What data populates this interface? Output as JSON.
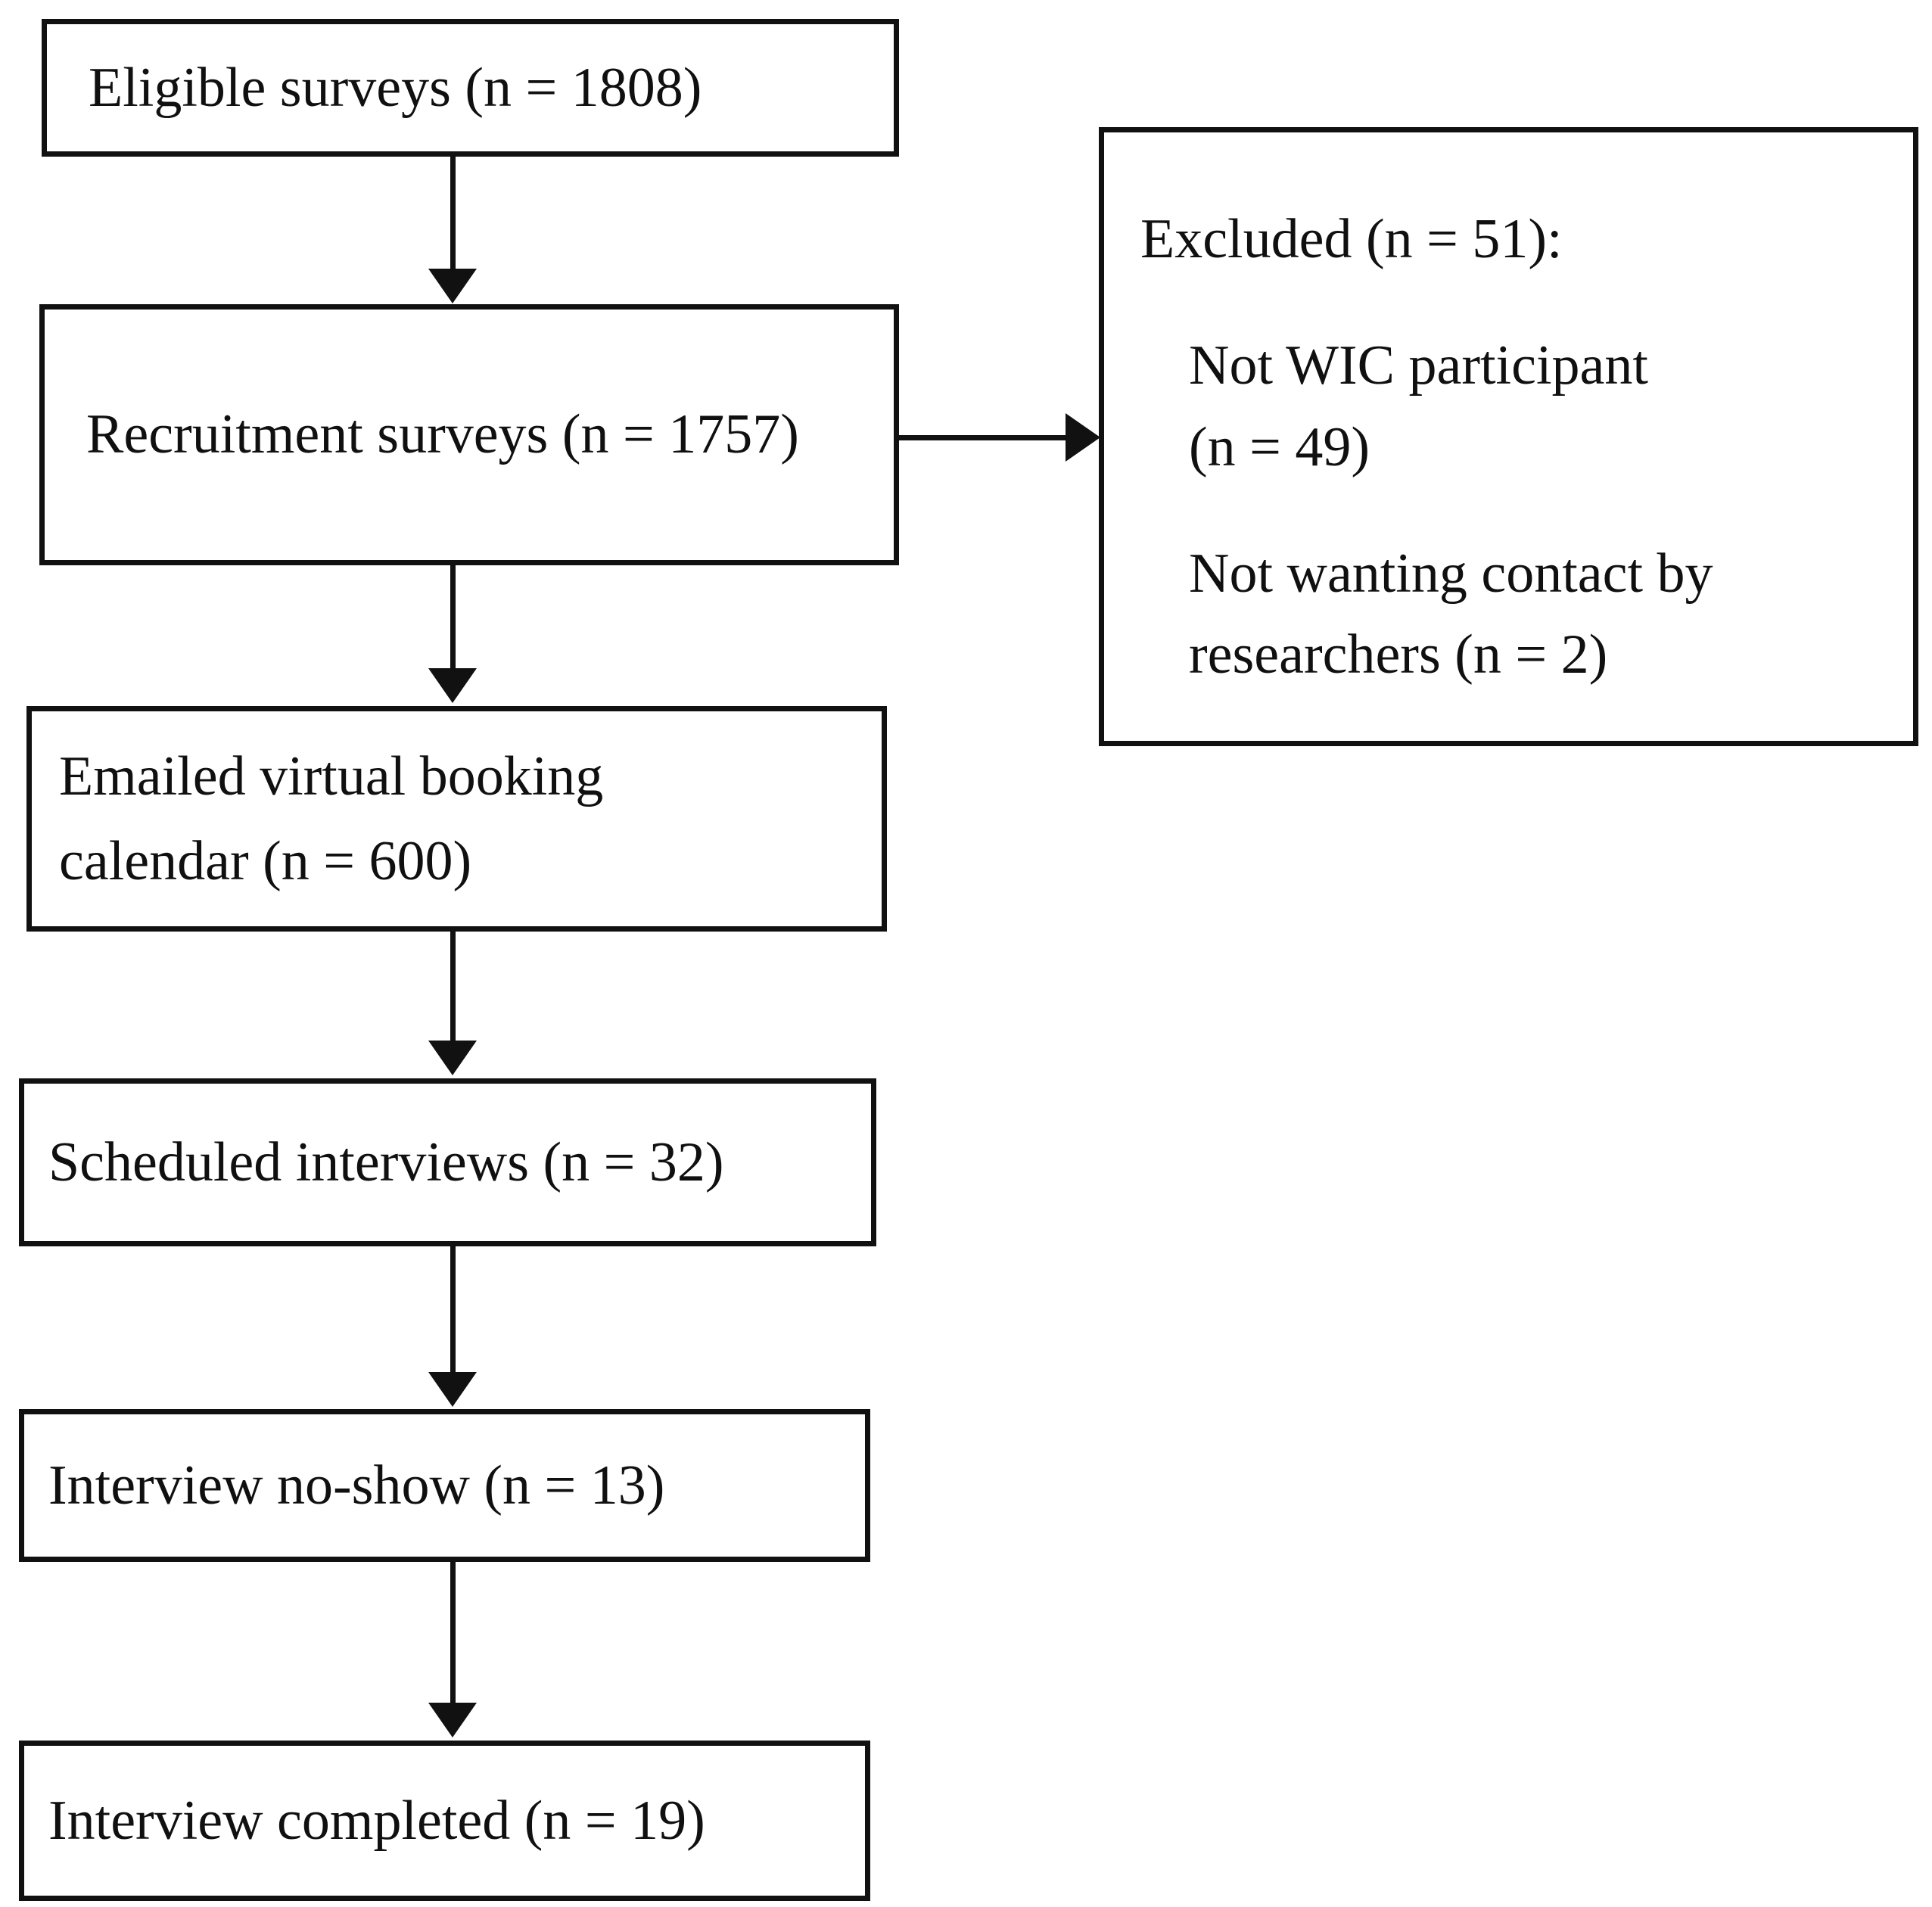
{
  "figure": {
    "type": "flowchart",
    "orientation": "vertical-with-side-branch",
    "theme": {
      "background": "#ffffff",
      "border_color": "#111111",
      "text_color": "#101010"
    }
  },
  "nodes": [
    {
      "id": "eligible-surveys",
      "lines": [
        "Eligible surveys (n = 1808)"
      ],
      "n": 1808
    },
    {
      "id": "recruitment-surveys",
      "lines": [
        "Recruitment surveys (n = 1757)"
      ],
      "n": 1757
    },
    {
      "id": "emailed-booking-calendar",
      "lines": [
        "Emailed virtual booking",
        "calendar (n = 600)"
      ],
      "n": 600
    },
    {
      "id": "scheduled-interviews",
      "lines": [
        "Scheduled interviews (n = 32)"
      ],
      "n": 32
    },
    {
      "id": "interview-no-show",
      "lines": [
        "Interview no-show (n = 13)"
      ],
      "n": 13
    },
    {
      "id": "interview-completed",
      "lines": [
        "Interview completed (n = 19)"
      ],
      "n": 19
    }
  ],
  "excluded": {
    "heading": "Excluded (n = 51):",
    "n": 51,
    "reasons": [
      {
        "lines": [
          "Not WIC participant",
          "(n = 49)"
        ],
        "n": 49
      },
      {
        "lines": [
          "Not wanting contact by",
          "researchers (n = 2)"
        ],
        "n": 2
      }
    ]
  },
  "edges": [
    {
      "id": "edge-eligible-to-recruitment",
      "from": "eligible-surveys",
      "to": "recruitment-surveys",
      "direction": "down"
    },
    {
      "id": "edge-recruitment-to-excluded",
      "from": "recruitment-surveys",
      "to": "excluded",
      "direction": "right"
    },
    {
      "id": "edge-recruitment-to-calendar",
      "from": "recruitment-surveys",
      "to": "emailed-booking-calendar",
      "direction": "down"
    },
    {
      "id": "edge-calendar-to-scheduled",
      "from": "emailed-booking-calendar",
      "to": "scheduled-interviews",
      "direction": "down"
    },
    {
      "id": "edge-scheduled-to-noshow",
      "from": "scheduled-interviews",
      "to": "interview-no-show",
      "direction": "down"
    },
    {
      "id": "edge-noshow-to-completed",
      "from": "interview-no-show",
      "to": "interview-completed",
      "direction": "down"
    }
  ]
}
